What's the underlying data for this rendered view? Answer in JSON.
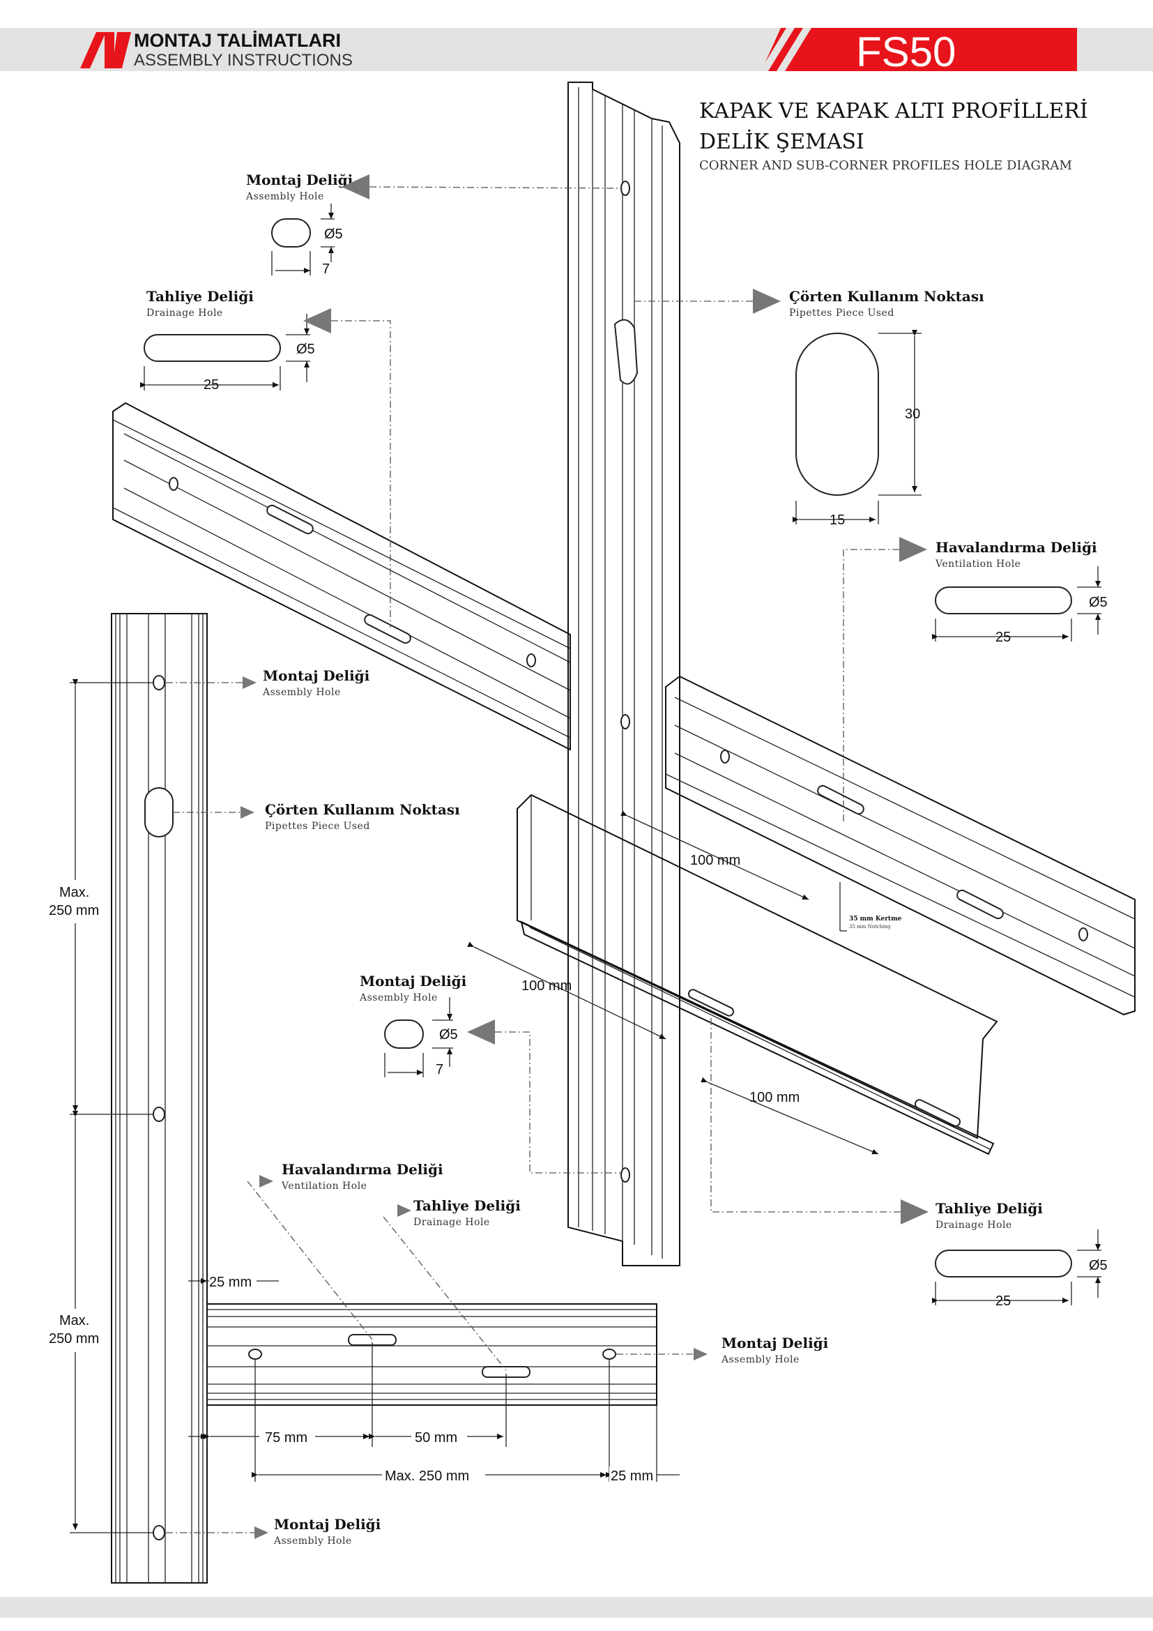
{
  "header": {
    "title_tr": "MONTAJ TALİMATLARI",
    "title_en": "ASSEMBLY INSTRUCTIONS",
    "product_code": "FS50",
    "brand_color": "#e8141b",
    "band_color": "#e3e3e3"
  },
  "diagram_title": {
    "line1": "KAPAK VE KAPAK ALTI PROFİLLERİ",
    "line2": "DELİK ŞEMASI",
    "subtitle": "CORNER AND SUB-CORNER PROFILES HOLE  DIAGRAM"
  },
  "labels": {
    "montaj_tr": "Montaj Deliği",
    "montaj_en": "Assembly Hole",
    "tahliye_tr": "Tahliye Deliği",
    "tahliye_en": "Drainage Hole",
    "corten_tr": "Çörten Kullanım Noktası",
    "corten_en": "Pipettes Piece Used",
    "havalandirma_tr": "Havalandırma Deliği",
    "havalandirma_en": "Ventilation Hole",
    "kertme_tr": "35 mm Kertme",
    "kertme_en": "35 mm Notching"
  },
  "dimensions": {
    "d5": "Ø5",
    "d7": "7",
    "d25": "25",
    "d30": "30",
    "d15": "15",
    "mm100": "100 mm",
    "max_line1": "Max.",
    "max_line2": "250 mm",
    "mm25": "25 mm",
    "mm75": "75 mm",
    "mm50": "50 mm",
    "max250": "Max. 250 mm"
  }
}
